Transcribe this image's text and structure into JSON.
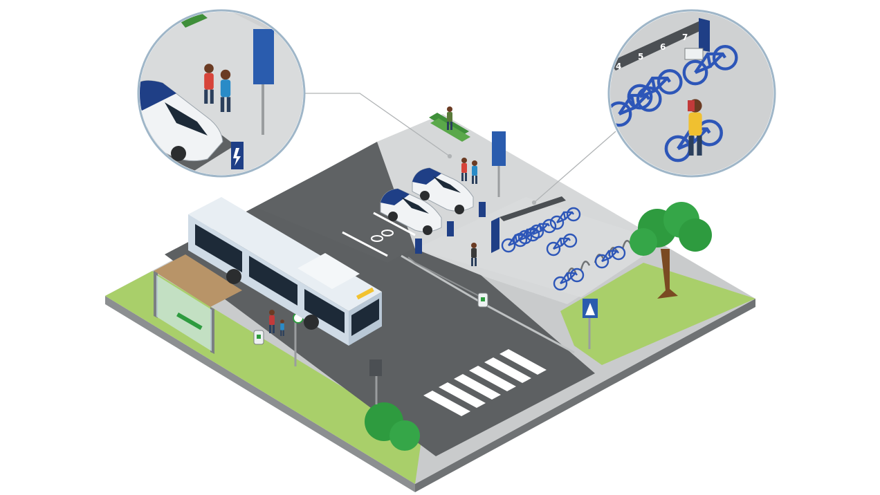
{
  "illustration": {
    "dock_callout": {
      "slot_numbers": [
        "4",
        "5",
        "6",
        "7"
      ]
    }
  },
  "palette": {
    "road": "#5d6062",
    "sidewalk": "#c9cbcc",
    "plaza": "#d6d8d9",
    "grass": "#a9cf6a",
    "slab_edge": "#8c8f91",
    "brand_blue": "#1f3f86",
    "sign_blue": "#2a5cae",
    "tree_green": "#2e9b3f",
    "bus_body": "#cfdbe6",
    "callout_border": "#9fb6c8"
  },
  "icons": [
    "bus-icon",
    "car-icon",
    "bicycle-icon",
    "tree-icon",
    "bench-icon",
    "bus-stop-shelter-icon",
    "charging-station-icon",
    "pedestrian-crossing-sign-icon",
    "person-icon",
    "trash-bin-icon",
    "magnifier-callout-icon"
  ]
}
